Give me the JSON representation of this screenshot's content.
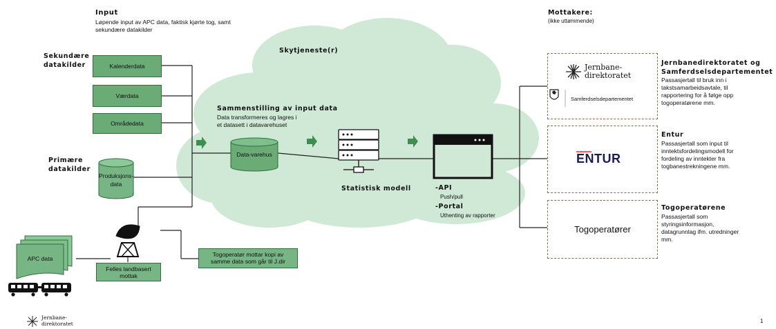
{
  "input": {
    "title": "Input",
    "desc_1": "Løpende input av APC data, faktisk kjørte tog, samt",
    "desc_2": "sekundære datakilder"
  },
  "cloud": {
    "title": "Skytjeneste(r)"
  },
  "secondary": {
    "label_1": "Sekundære",
    "label_2": "datakilder",
    "items": [
      "Kalenderdata",
      "Værdata",
      "Områdedata"
    ]
  },
  "primary": {
    "label_1": "Primære",
    "label_2": "datakilder",
    "db_1": "Produksjons-",
    "db_2": "data"
  },
  "compile": {
    "title": "Sammenstilling av input data",
    "desc_1": "Data transformeres og lagres i",
    "desc_2": "et datasett i datavarehuset",
    "warehouse": "Data-varehus"
  },
  "model": {
    "label": "Statistisk modell"
  },
  "output": {
    "api": "-API",
    "api_sub": "Push/pull",
    "portal": "-Portal",
    "portal_sub": "Uthenting av rapporter"
  },
  "apc": {
    "label": "APC data",
    "mottak_1": "Felles landbasert",
    "mottak_2": "mottak",
    "copy_1": "Togoperatør mottar kopi av",
    "copy_2": "samme data som går til J.dir"
  },
  "receivers": {
    "title": "Mottakere:",
    "subtitle": "(ikke uttømmende)",
    "jd_logo_1": "Jernbane-",
    "jd_logo_2": "direktoratet",
    "sd_logo": "Samferdselsdepartementet",
    "entur_logo_1": "EN",
    "entur_logo_2": "TUR",
    "togop_box": "Togoperatører",
    "r1_title_1": "Jernbanedirektoratet og",
    "r1_title_2": "Samferdselsdepartementet",
    "r1_desc": [
      "Passasjertall til bruk inn i",
      "takstsamarbeidsavtale, til",
      "rapportering for å følge opp",
      "togoperatørene mm."
    ],
    "r2_title": "Entur",
    "r2_desc": [
      "Passasjertall som input til",
      "inntektsfordelingsmodell for",
      "fordeling av inntekter fra",
      "togbanestrekningene mm."
    ],
    "r3_title": "Togoperatørene",
    "r3_desc": [
      "Passasjertall som",
      "styringsinformasjon,",
      "datagrunnlag ifm. utredninger",
      "mm."
    ]
  },
  "footer": {
    "logo_1": "Jernbane-",
    "logo_2": "direktoratet",
    "page": "1"
  },
  "colors": {
    "cloud": "#cfe9d6",
    "green_box": "#6aab76",
    "arrow": "#3e8e52",
    "dashed_border": "#8a6a4e"
  }
}
